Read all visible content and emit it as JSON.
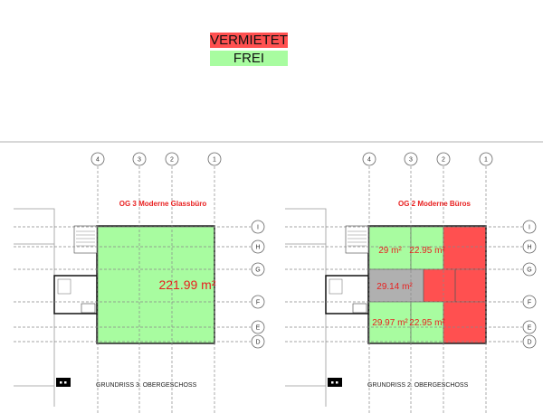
{
  "legend": {
    "rented": {
      "label": "VERMIETET",
      "color": "#ff5050"
    },
    "free": {
      "label": "FREI",
      "color": "#a8fca0"
    }
  },
  "colors": {
    "occupied_other": "#b0b0b0"
  },
  "axes": {
    "columns": [
      "4",
      "3",
      "2",
      "1"
    ],
    "rows": [
      "I",
      "H",
      "G",
      "F",
      "E",
      "D"
    ]
  },
  "plans": [
    {
      "title": "OG 3 Moderne Glassbüro",
      "caption": "GRUNDRISS  3. OBERGESCHOSS",
      "rooms": [
        {
          "area": "221.99 m²",
          "status": "free"
        }
      ]
    },
    {
      "title": "OG 2 Moderne Büros",
      "caption": "GRUNDRISS  2. OBERGESCHOSS",
      "rooms": [
        {
          "area": "29 m²",
          "status": "free"
        },
        {
          "area": "22.95 m²",
          "status": "free"
        },
        {
          "area": "",
          "status": "rented"
        },
        {
          "area": "29.14 m²",
          "status": "other"
        },
        {
          "area": "",
          "status": "rented"
        },
        {
          "area": "29.97 m²",
          "status": "free"
        },
        {
          "area": "22.95 m²",
          "status": "free"
        },
        {
          "area": "",
          "status": "rented"
        }
      ]
    }
  ]
}
